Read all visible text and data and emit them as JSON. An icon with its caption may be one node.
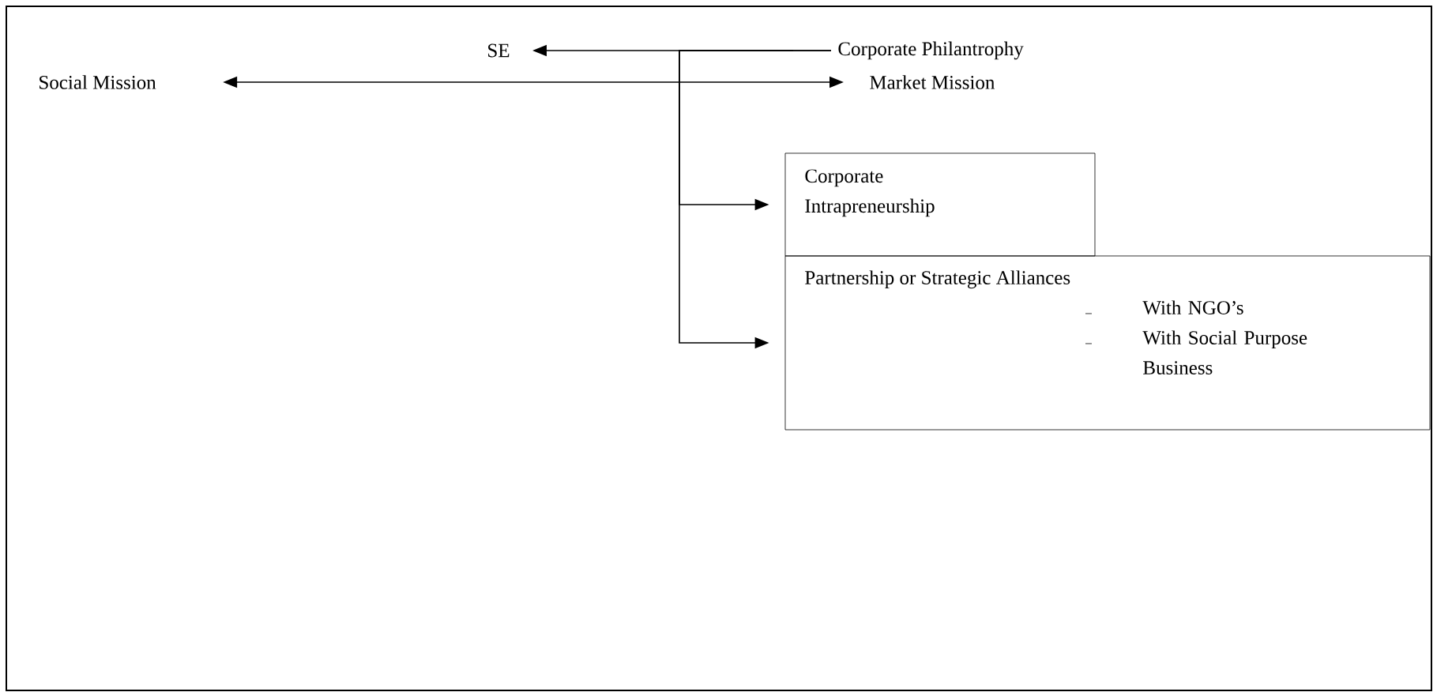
{
  "diagram": {
    "nodes": [
      {
        "text": [
          "Social Mission"
        ]
      },
      {
        "text": [
          "SE"
        ]
      },
      {
        "text": [
          "Corporate Philantrophy"
        ]
      },
      {
        "text": [
          "Market Mission"
        ]
      },
      {
        "text": [
          "Corporate Intrapreneurship"
        ]
      },
      {
        "text": [
          "Partnership or Strategic Alliances",
          "With NGO’s",
          "With Social Purpose Business"
        ]
      }
    ],
    "edges": [
      {
        "from": 0,
        "to": 3,
        "arrow": "both"
      },
      {
        "from": 2,
        "to": 1,
        "arrow": "to"
      },
      {
        "from": 2,
        "to": 4,
        "arrow": "to"
      },
      {
        "from": 2,
        "to": 5,
        "arrow": "to"
      }
    ]
  }
}
